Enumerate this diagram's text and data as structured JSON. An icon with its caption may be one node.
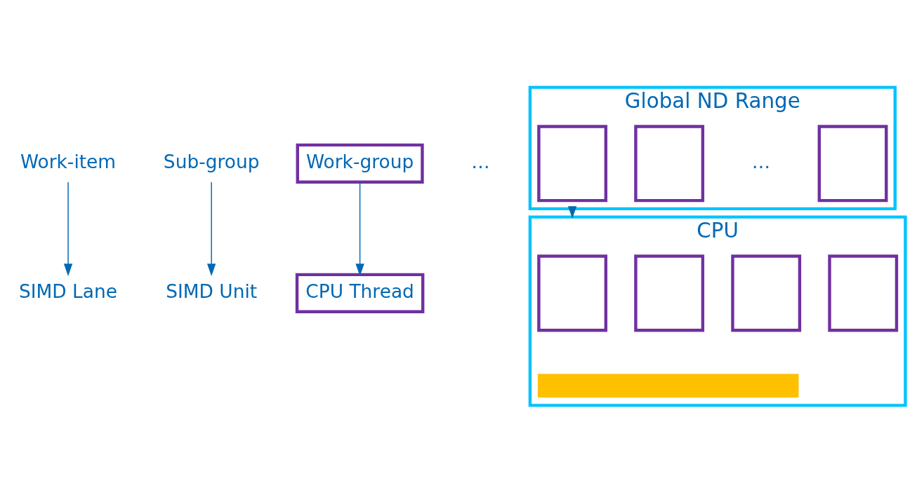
{
  "diagram": {
    "nodes": [
      {
        "text": [
          "Work-item"
        ]
      },
      {
        "text": [
          "SIMD Lane"
        ]
      },
      {
        "text": [
          "Sub-group"
        ]
      },
      {
        "text": [
          "SIMD Unit"
        ]
      },
      {
        "text": [
          "Work-group"
        ]
      },
      {
        "text": [
          "CPU Thread"
        ]
      },
      {
        "text": [
          "Global ND Range"
        ]
      },
      {
        "text": [],
        "shape": "box",
        "in": 6
      },
      {
        "text": [],
        "shape": "box",
        "in": 6
      },
      {
        "text": [],
        "shape": "box",
        "in": 6
      },
      {
        "text": [
          "CPU"
        ]
      },
      {
        "text": [],
        "shape": "box",
        "in": 10
      },
      {
        "text": [],
        "shape": "box",
        "in": 10
      },
      {
        "text": [],
        "shape": "box",
        "in": 10
      },
      {
        "text": [],
        "shape": "box",
        "in": 10
      },
      {
        "text": [],
        "shape": "bar",
        "in": 10
      }
    ],
    "edges": [
      {
        "from": 0,
        "to": 1,
        "arrow": "to"
      },
      {
        "from": 2,
        "to": 3,
        "arrow": "to"
      },
      {
        "from": 4,
        "to": 5,
        "arrow": "to"
      },
      {
        "from": 6,
        "to": 10,
        "arrow": "to"
      }
    ],
    "labels": [
      "…",
      "…"
    ]
  }
}
